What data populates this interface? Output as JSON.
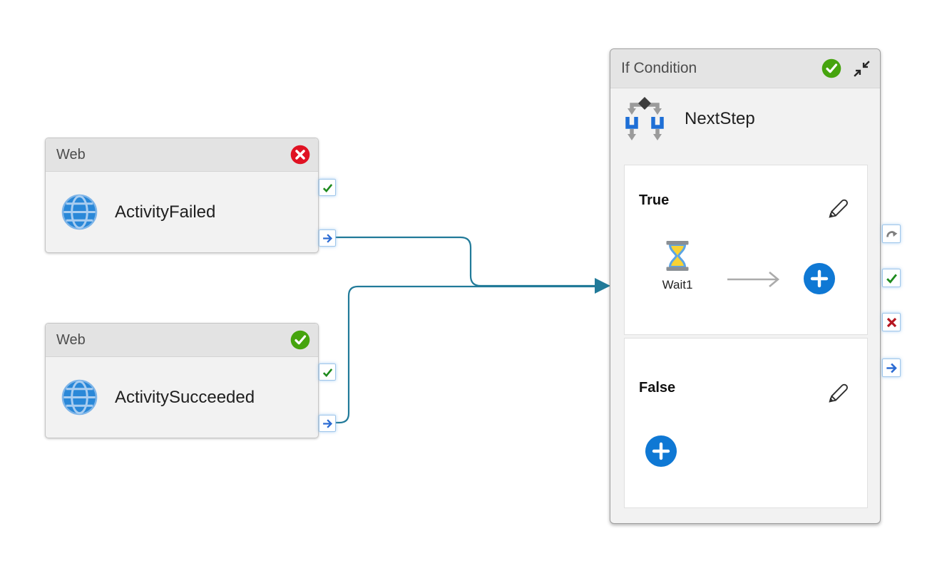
{
  "web_activity_failed": {
    "type_label": "Web",
    "name": "ActivityFailed",
    "status_icon": "error-x-circle-icon",
    "ports": [
      "success-check",
      "completion-arrow"
    ]
  },
  "web_activity_succeeded": {
    "type_label": "Web",
    "name": "ActivitySucceeded",
    "status_icon": "success-check-circle-icon",
    "ports": [
      "success-check",
      "completion-arrow"
    ]
  },
  "if_condition": {
    "type_label": "If Condition",
    "name": "NextStep",
    "status_icon": "success-check-circle-icon",
    "ports": [
      "skipped-redo",
      "success-check",
      "failure-x",
      "completion-arrow"
    ],
    "true_branch": {
      "label": "True",
      "activities": [
        {
          "name": "Wait1",
          "icon": "hourglass-icon"
        }
      ]
    },
    "false_branch": {
      "label": "False",
      "activities": []
    }
  },
  "connections": [
    {
      "from": "ActivityFailed",
      "to": "NextStep"
    },
    {
      "from": "ActivitySucceeded",
      "to": "NextStep"
    }
  ],
  "icons": {
    "web_activity": "globe-icon",
    "if_condition_activity": "branch-diamond-icon",
    "wait_activity": "hourglass-icon",
    "edit": "pencil-icon",
    "add_activity": "plus-circle-icon",
    "status_success": "check-circle-icon",
    "status_failure": "x-circle-icon",
    "port_success": "check-icon",
    "port_failure": "x-icon",
    "port_completion": "arrow-right-icon",
    "port_skipped": "redo-arrow-icon",
    "collapse": "collapse-arrows-icon",
    "flow_next": "gray-arrow-icon"
  },
  "colors": {
    "connector_teal": "#217a99",
    "status_success_green": "#46a40e",
    "status_failure_red": "#e01223",
    "port_success_green": "#1d8a1d",
    "port_failure_red": "#b61620",
    "port_completion_blue": "#2b6bd3",
    "port_skipped_gray": "#7f7f7f",
    "add_button_blue": "#0f78d4",
    "web_icon_blue": "#2a88d8",
    "wait_sand_yellow": "#f8d234",
    "branch_bracket_blue": "#1e6fd6",
    "header_gray": "#e3e3e3",
    "body_gray": "#f2f2f2"
  }
}
